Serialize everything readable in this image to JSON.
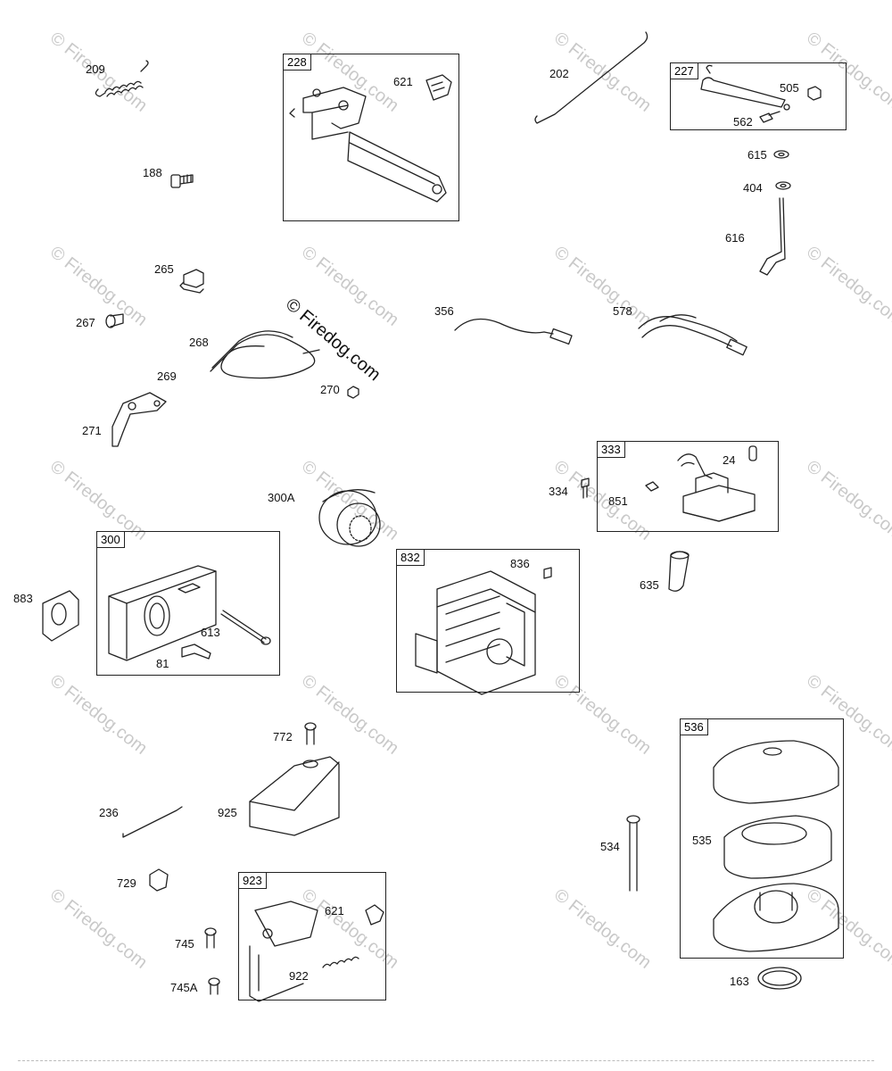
{
  "watermark": {
    "text": "© Firedog.com",
    "color": "#c9c9c9"
  },
  "center_watermark": "© Firedog.com",
  "labels": {
    "l209": "209",
    "l188": "188",
    "l621a": "621",
    "l202": "202",
    "l505": "505",
    "l562": "562",
    "l615": "615",
    "l404": "404",
    "l616": "616",
    "l265": "265",
    "l267": "267",
    "l268": "268",
    "l269": "269",
    "l270": "270",
    "l271": "271",
    "l356": "356",
    "l578": "578",
    "l300A": "300A",
    "l24": "24",
    "l334": "334",
    "l851": "851",
    "l635": "635",
    "l836": "836",
    "l883": "883",
    "l613": "613",
    "l81": "81",
    "l772": "772",
    "l236": "236",
    "l925": "925",
    "l729": "729",
    "l745": "745",
    "l745A": "745A",
    "l621b": "621",
    "l922": "922",
    "l534": "534",
    "l535": "535",
    "l163": "163"
  },
  "boxes": {
    "b228": "228",
    "b227": "227",
    "b333": "333",
    "b300": "300",
    "b832": "832",
    "b923": "923",
    "b536": "536"
  }
}
